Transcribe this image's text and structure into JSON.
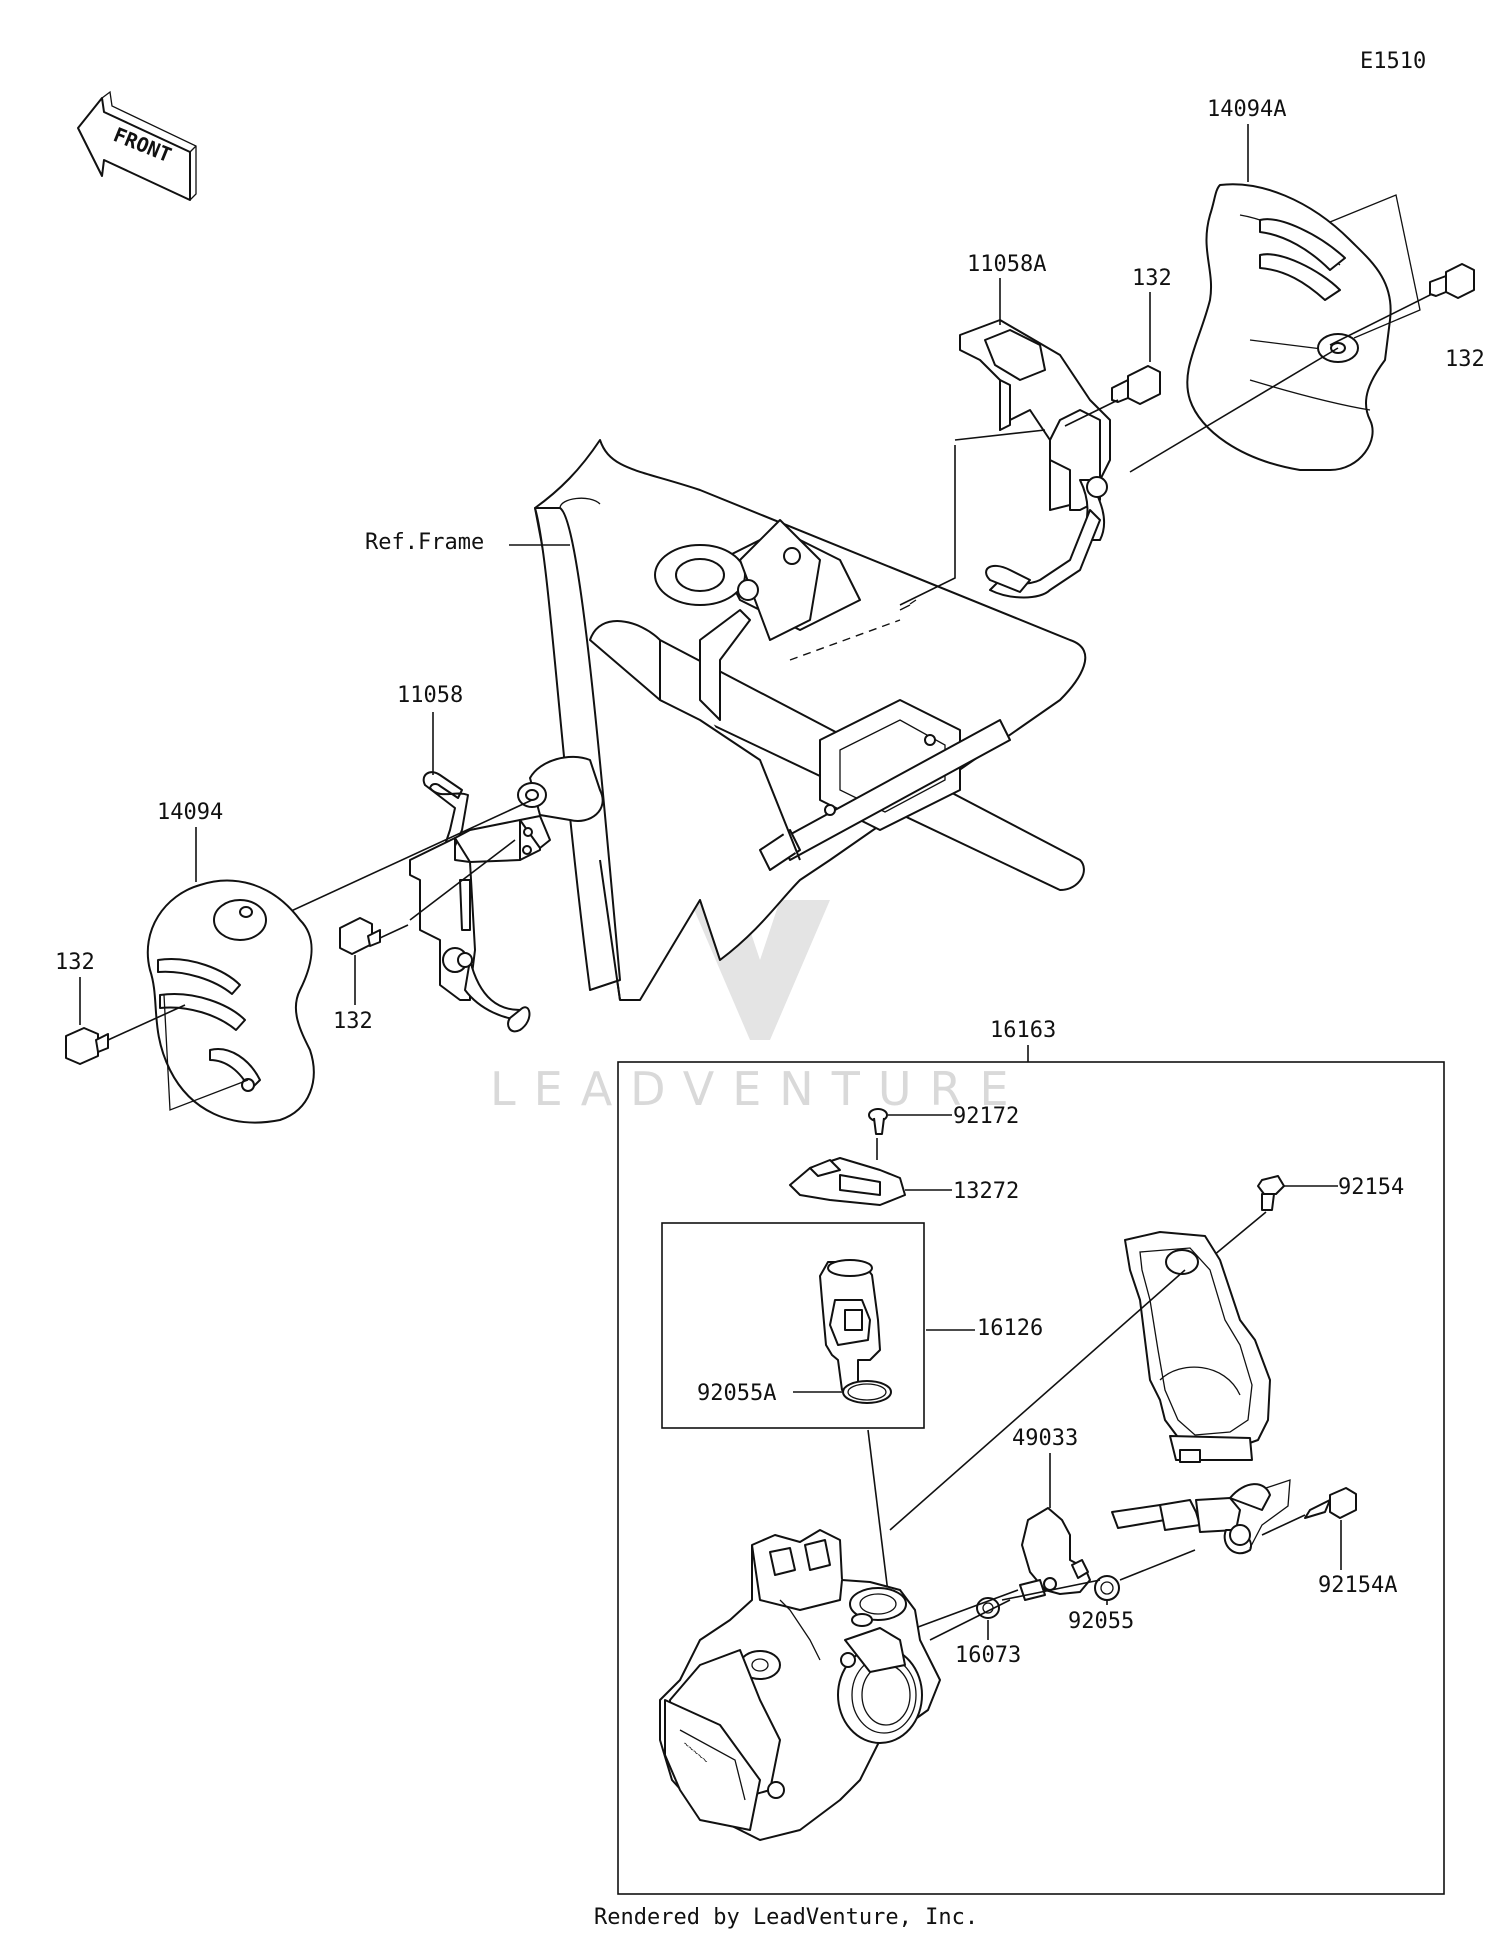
{
  "diagram_code": "E1510",
  "front_label": "FRONT",
  "labels": {
    "p14094A": "14094A",
    "p11058A": "11058A",
    "p132_top": "132",
    "p132_right": "132",
    "ref_frame": "Ref.Frame",
    "p11058": "11058",
    "p14094": "14094",
    "p132_left": "132",
    "p132_mid": "132",
    "p16163": "16163",
    "p92172": "92172",
    "p13272": "13272",
    "p92154": "92154",
    "p16126": "16126",
    "p92055A": "92055A",
    "p49033": "49033",
    "p92154A": "92154A",
    "p92055": "92055",
    "p16073": "16073"
  },
  "watermark": "LEADVENTURE",
  "footer": "Rendered by LeadVenture, Inc."
}
